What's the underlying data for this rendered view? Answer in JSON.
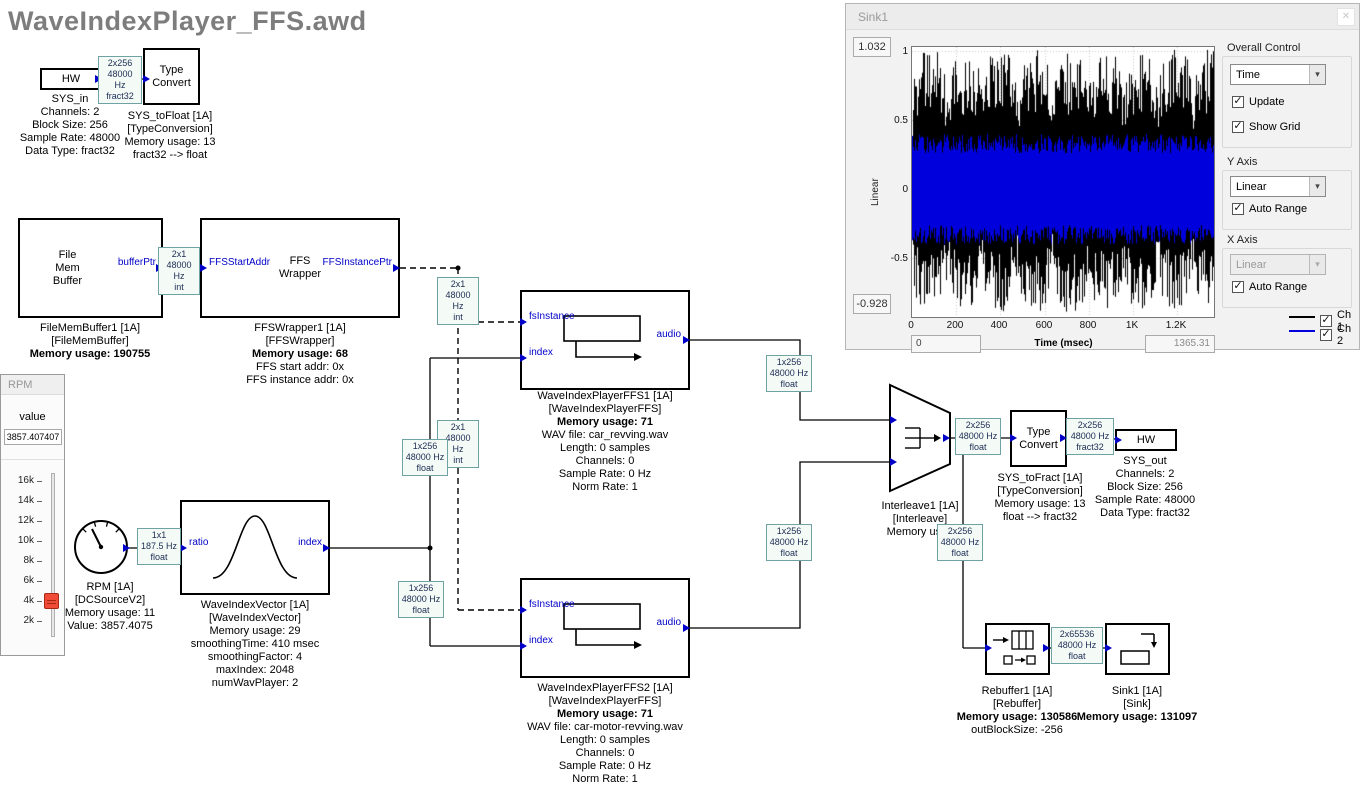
{
  "title": "WaveIndexPlayer_FFS.awd",
  "icons": {
    "check": "✓",
    "dropdown_arrow": "▾",
    "close": "✕"
  },
  "blocks": {
    "sys_in_hw": [
      "HW"
    ],
    "sys_in_caption": [
      "SYS_in",
      "Channels: 2",
      "Block Size: 256",
      "Sample Rate: 48000",
      "Data Type: fract32"
    ],
    "sys_to_float": [
      "Type",
      "Convert"
    ],
    "sys_to_float_caption": [
      "SYS_toFloat [1A]",
      "[TypeConversion]",
      "Memory usage: 13",
      "fract32 --> float"
    ],
    "file_mem_buffer": [
      "File",
      "Mem",
      "Buffer"
    ],
    "file_mem_buffer_ports": {
      "out": "bufferPtr"
    },
    "file_mem_buffer_caption": [
      "FileMemBuffer1 [1A]",
      "[FileMemBuffer]",
      "Memory usage: 190755"
    ],
    "ffs_wrapper": [
      "FFS",
      "Wrapper"
    ],
    "ffs_wrapper_ports": {
      "in": "FFSStartAddr",
      "out": "FFSInstancePtr"
    },
    "ffs_wrapper_caption": [
      "FFSWrapper1 [1A]",
      "[FFSWrapper]",
      "Memory usage: 68",
      "FFS start addr: 0x",
      "FFS instance addr: 0x"
    ],
    "wip_ports": {
      "fs": "fsInstance",
      "index": "index",
      "audio": "audio"
    },
    "wip1_caption": [
      "WaveIndexPlayerFFS1 [1A]",
      "[WaveIndexPlayerFFS]",
      "Memory usage: 71",
      "WAV file: car_revving.wav",
      "Length: 0 samples",
      "Channels: 0",
      "Sample Rate: 0 Hz",
      "Norm Rate: 1"
    ],
    "wip2_caption": [
      "WaveIndexPlayerFFS2 [1A]",
      "[WaveIndexPlayerFFS]",
      "Memory usage: 71",
      "WAV file: car-motor-revving.wav",
      "Length: 0 samples",
      "Channels: 0",
      "Sample Rate: 0 Hz",
      "Norm Rate: 1"
    ],
    "wiv_ports": {
      "in": "ratio",
      "out": "index"
    },
    "wiv_caption": [
      "WaveIndexVector [1A]",
      "[WaveIndexVector]",
      "Memory usage: 29",
      "smoothingTime: 410 msec",
      "smoothingFactor: 4",
      "maxIndex: 2048",
      "numWavPlayer: 2"
    ],
    "rpm_caption": [
      "RPM [1A]",
      "[DCSourceV2]",
      "Memory usage: 11",
      "Value: 3857.4075"
    ],
    "interleave_caption": [
      "Interleave1 [1A]",
      "[Interleave]",
      "Memory usag"
    ],
    "sys_to_fract": [
      "Type",
      "Convert"
    ],
    "sys_to_fract_caption": [
      "SYS_toFract [1A]",
      "[TypeConversion]",
      "Memory usage: 13",
      "float --> fract32"
    ],
    "sys_out_hw": [
      "HW"
    ],
    "sys_out_caption": [
      "SYS_out",
      "Channels: 2",
      "Block Size: 256",
      "Sample Rate: 48000",
      "Data Type: fract32"
    ],
    "rebuffer_caption": [
      "Rebuffer1 [1A]",
      "[Rebuffer]",
      "Memory usage: 130586",
      "outBlockSize: -256"
    ],
    "sink_caption": [
      "Sink1 [1A]",
      "[Sink]",
      "Memory usage: 131097"
    ]
  },
  "wire_labels": [
    [
      "2x256",
      "48000 Hz",
      "fract32"
    ],
    [
      "2x1",
      "48000 Hz",
      "int"
    ],
    [
      "2x1",
      "48000 Hz",
      "int"
    ],
    [
      "2x1",
      "48000 Hz",
      "int"
    ],
    [
      "1x256",
      "48000 Hz",
      "float"
    ],
    [
      "1x256",
      "48000 Hz",
      "float"
    ],
    [
      "1x256",
      "48000 Hz",
      "float"
    ],
    [
      "1x256",
      "48000 Hz",
      "float"
    ],
    [
      "1x1",
      "187.5 Hz",
      "float"
    ],
    [
      "2x256",
      "48000 Hz",
      "float"
    ],
    [
      "2x256",
      "48000 Hz",
      "float"
    ],
    [
      "2x256",
      "48000 Hz",
      "fract32"
    ],
    [
      "2x65536",
      "48000 Hz",
      "float"
    ]
  ],
  "rpm_panel": {
    "title": "RPM",
    "value_label": "value",
    "value": "3857.407407",
    "ticks": [
      "16k",
      "14k",
      "12k",
      "10k",
      "8k",
      "6k",
      "4k",
      "2k"
    ]
  },
  "sink_window": {
    "title": "Sink1",
    "y_max_box": "1.032",
    "y_min_box": "-0.928",
    "y_axis_scale_label": "Linear",
    "y_ticks": [
      "1",
      "0.5",
      "0",
      "-0.5"
    ],
    "x_ticks": [
      "0",
      "200",
      "400",
      "600",
      "800",
      "1K",
      "1.2K"
    ],
    "x_label": "Time (msec)",
    "x_min_box": "0",
    "x_max_box": "1365.31",
    "controls": {
      "overall_group": "Overall Control",
      "domain_value": "Time",
      "update": "Update",
      "show_grid": "Show Grid",
      "y_group": "Y Axis",
      "y_scale_value": "Linear",
      "y_auto_range": "Auto Range",
      "x_group": "X Axis",
      "x_scale_value": "Linear",
      "x_auto_range": "Auto Range",
      "ch1": "Ch 1",
      "ch2": "Ch 2"
    },
    "ch1_color": "#000000",
    "ch2_color": "#0000dd"
  },
  "chart": {
    "y_range": [
      -0.928,
      1.032
    ],
    "x_range_msec": [
      0,
      1365.31
    ]
  }
}
